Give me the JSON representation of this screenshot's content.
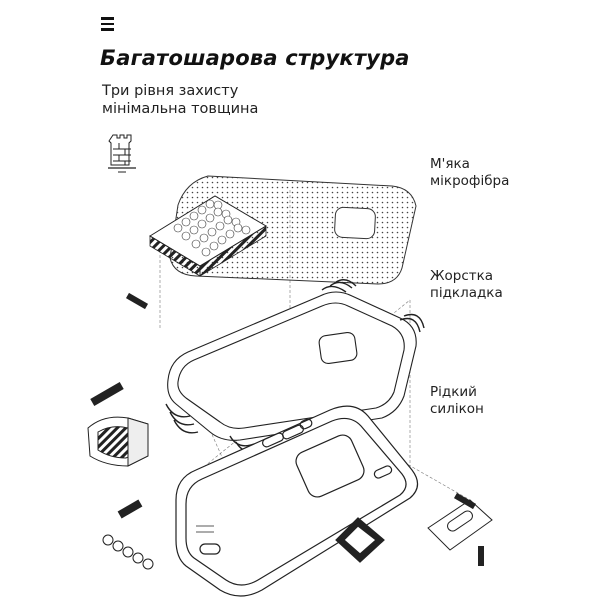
{
  "header": {
    "title": "Багатошарова структура",
    "subtitle_line1": "Три рівня захисту",
    "subtitle_line2": "мінімальна товщина"
  },
  "layers": [
    {
      "line1": "М'яка",
      "line2": "мікрофібра"
    },
    {
      "line1": "Жорстка",
      "line2": "підкладка"
    },
    {
      "line1": "Рідкий",
      "line2": "силікон"
    }
  ],
  "icons": [
    "menu-icon",
    "tower-icon"
  ],
  "colors": {
    "ink": "#1a1a1a",
    "background": "#ffffff",
    "line": "#333333"
  }
}
